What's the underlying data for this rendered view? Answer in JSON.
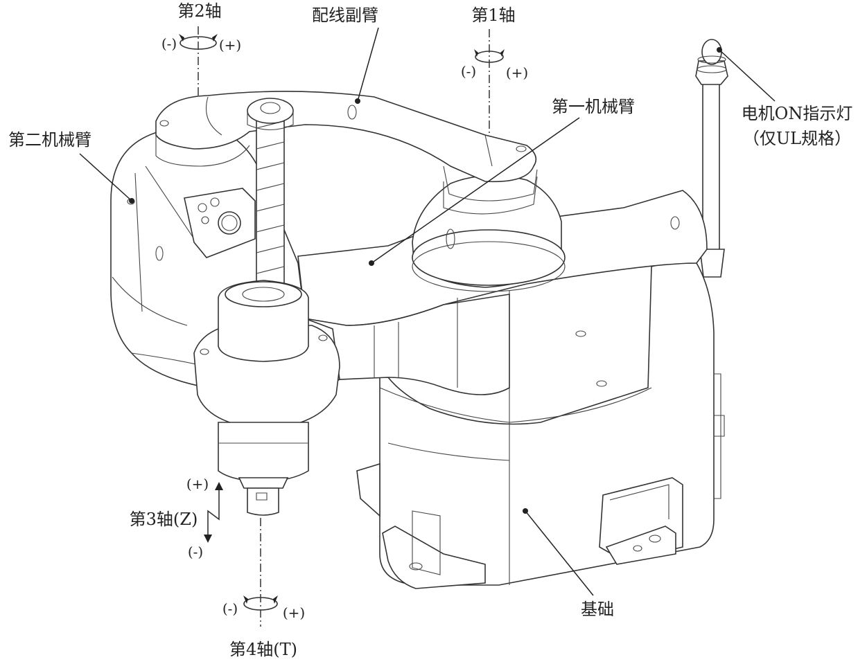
{
  "labels": {
    "axis2": "第2轴",
    "sub_arm": "配线副臂",
    "axis1": "第1轴",
    "motor_on_lamp_line1": "电机ON指示灯",
    "motor_on_lamp_line2": "（仅UL规格）",
    "second_arm": "第二机械臂",
    "first_arm": "第一机械臂",
    "axis3": "第3轴(Z)",
    "axis4": "第4轴(T)",
    "base": "基础"
  },
  "signs": {
    "minus": "(-)",
    "plus": "(+)"
  }
}
